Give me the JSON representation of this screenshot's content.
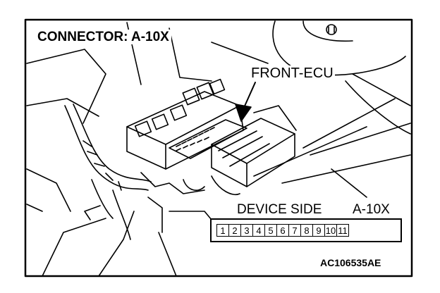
{
  "title": "CONNECTOR: A-10X",
  "labels": {
    "front_ecu": "FRONT-ECU",
    "device_side": "DEVICE SIDE",
    "device_code": "A-10X"
  },
  "pins": [
    "1",
    "2",
    "3",
    "4",
    "5",
    "6",
    "7",
    "8",
    "9",
    "10",
    "11"
  ],
  "figure_code": "AC106535AE"
}
